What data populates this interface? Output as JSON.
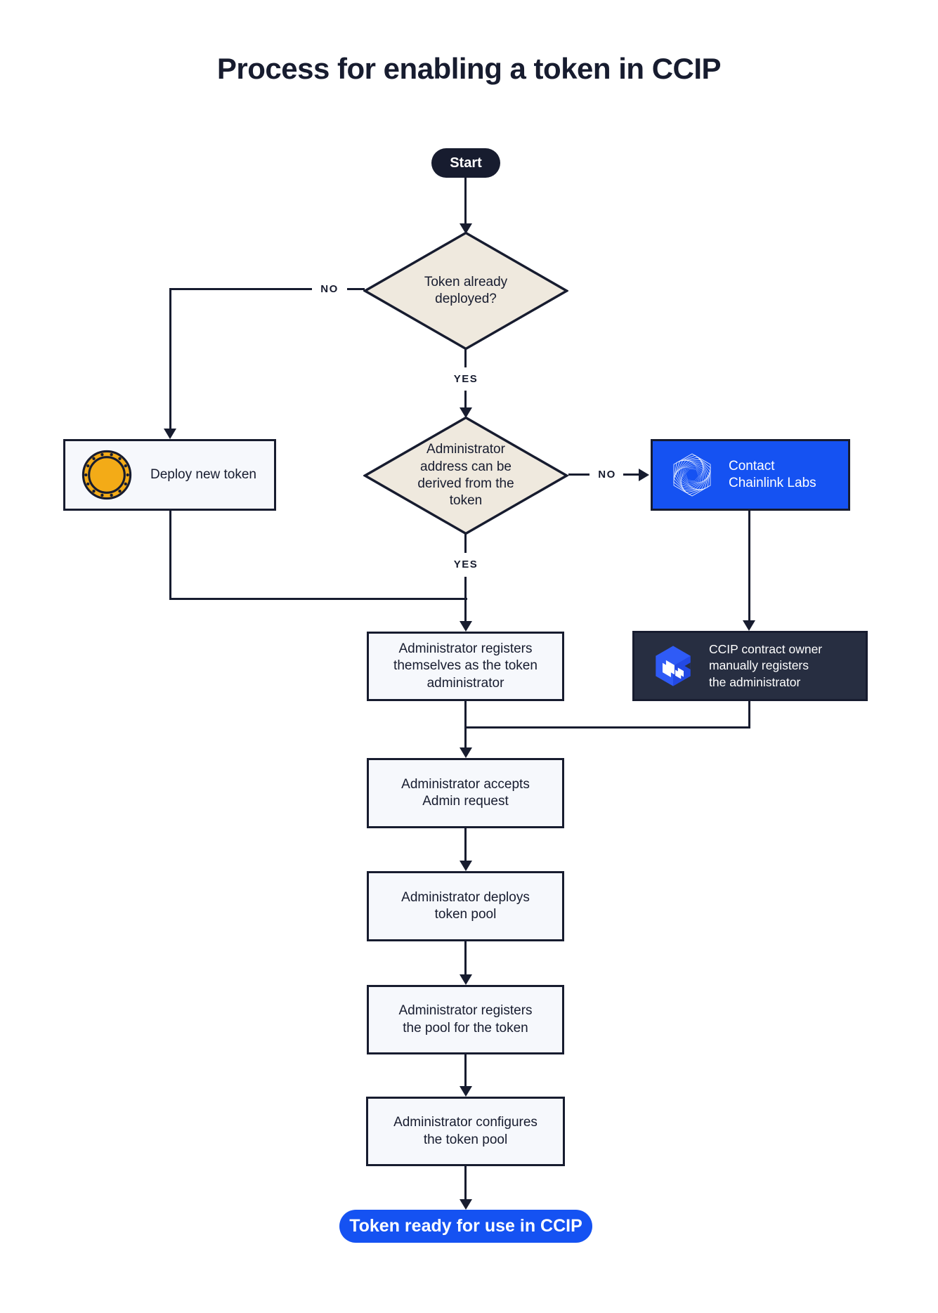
{
  "page": {
    "title": "Process for enabling a token in CCIP"
  },
  "colors": {
    "navy": "#171c2f",
    "accent_blue": "#1552f2",
    "decision_beige": "#efe9de",
    "process_fill": "#f6f8fc",
    "dark_box_fill": "#272e41",
    "coin_gold": "#f3ab17",
    "white": "#ffffff"
  },
  "nodes": {
    "start": {
      "type": "terminal",
      "label": "Start"
    },
    "token_deployed_decision": {
      "type": "decision",
      "label": "Token already\ndeployed?"
    },
    "deploy_new_token": {
      "type": "process",
      "icon": "coin-icon",
      "label": "Deploy new token"
    },
    "admin_address_decision": {
      "type": "decision",
      "label": "Administrator\naddress can be\nderived from the\ntoken"
    },
    "contact_chainlink_labs": {
      "type": "process",
      "icon": "chainlink-labs-logo-icon",
      "label": "Contact\nChainlink Labs"
    },
    "admin_registers_self": {
      "type": "process",
      "label": "Administrator registers\nthemselves as the token\nadministrator"
    },
    "ccip_owner_registers": {
      "type": "process",
      "icon": "ccip-logo-icon",
      "label": "CCIP contract owner\nmanually registers\nthe administrator"
    },
    "admin_accepts_request": {
      "type": "process",
      "label": "Administrator accepts\nAdmin request"
    },
    "admin_deploys_pool": {
      "type": "process",
      "label": "Administrator deploys\ntoken pool"
    },
    "admin_registers_pool": {
      "type": "process",
      "label": "Administrator registers\nthe pool for the token"
    },
    "admin_configures_pool": {
      "type": "process",
      "label": "Administrator configures\nthe token pool"
    },
    "token_ready": {
      "type": "terminal",
      "label": "Token ready for use in CCIP"
    }
  },
  "edge_labels": {
    "token_deployed_no": "NO",
    "token_deployed_yes": "YES",
    "admin_address_no": "NO",
    "admin_address_yes": "YES"
  }
}
